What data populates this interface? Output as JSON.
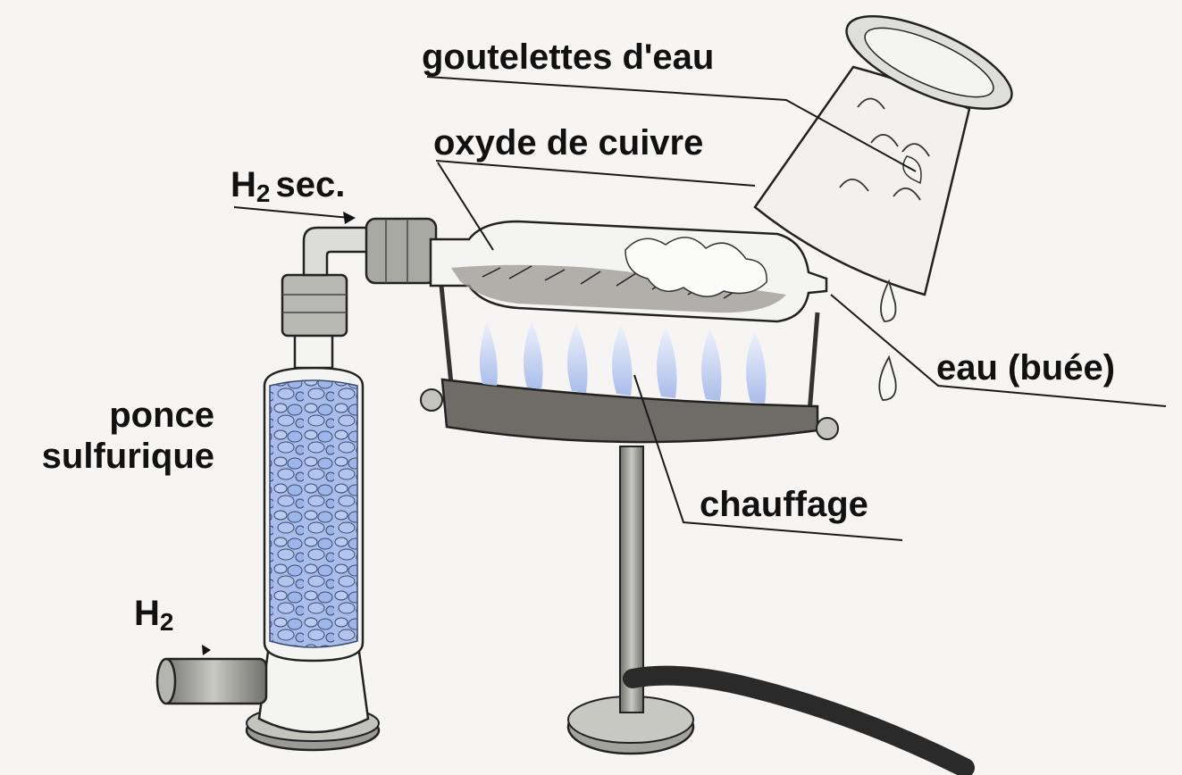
{
  "labels": {
    "water_droplets": "goutelettes d'eau",
    "copper_oxide": "oxyde de cuivre",
    "dry_h2_main": "H",
    "dry_h2_sub": "2",
    "dry_h2_suffix": "sec.",
    "pumice_line1": "ponce",
    "pumice_line2": "sulfurique",
    "h2_inlet_main": "H",
    "h2_inlet_sub": "2",
    "water_mist": "eau (buée)",
    "heating": "chauffage"
  },
  "colors": {
    "background": "#f6f5f4",
    "pumice_fill": "#9db4e8",
    "flame": "#c9d6f3",
    "metal": "#8c8c88",
    "outline": "#1a1a1a"
  },
  "icons": {
    "flow_arrow": "arrow-right-icon"
  }
}
